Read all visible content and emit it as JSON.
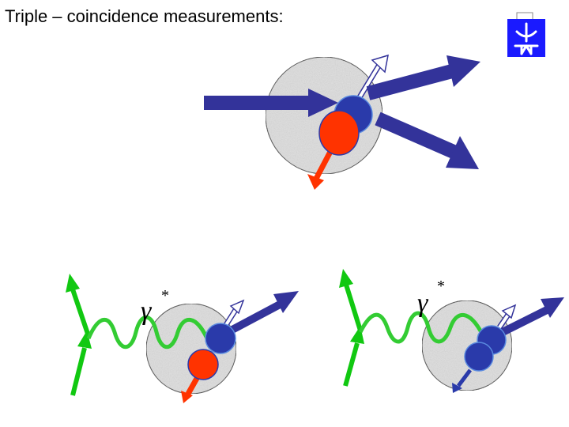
{
  "slide": {
    "title": "Triple – coincidence measurements:"
  },
  "logo": {
    "icon": "university-emblem-icon",
    "color": "#1a1aff"
  },
  "diagrams": [
    {
      "name": "hadron-induced-triple-coincidence"
    },
    {
      "name": "electron-scattering-pp-pair",
      "photon_label": {
        "symbol": "γ",
        "superscript": "*"
      }
    },
    {
      "name": "electron-scattering-pn-pair",
      "photon_label": {
        "symbol": "γ",
        "superscript": "*"
      }
    }
  ],
  "colors": {
    "nucleus_fill": "#dedede",
    "nucleus_stroke": "#333333",
    "hadron_arrow": "#33339a",
    "proton": "#ff3300",
    "neutron": "#2a3aaa",
    "electron_line": "#11c811",
    "photon_line": "#33cc33",
    "hollow_arrow_stroke": "#33339a"
  }
}
